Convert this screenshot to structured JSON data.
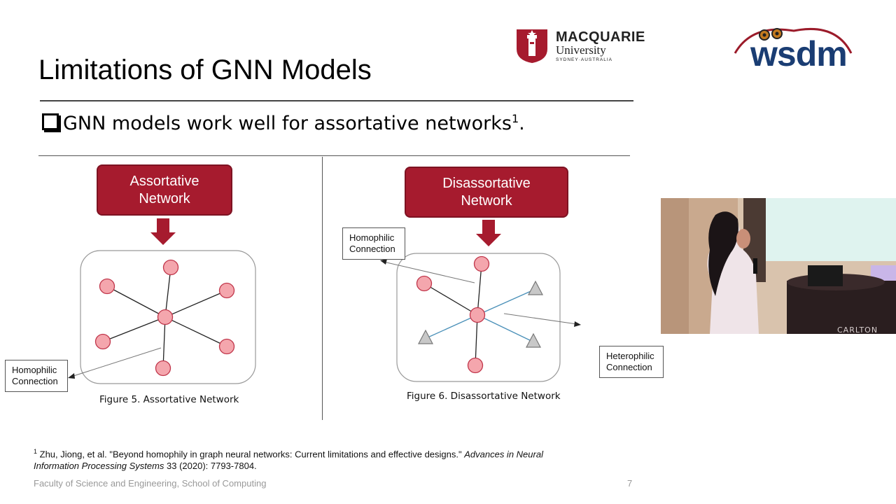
{
  "slide": {
    "title": "Limitations of GNN Models",
    "bullet_text": "GNN models work well for assortative networks",
    "bullet_sup": "1",
    "bullet_end": ".",
    "footer_left": "Faculty of Science and Engineering, School of Computing",
    "page_number": "7"
  },
  "logos": {
    "macquarie_line1": "MACQUARIE",
    "macquarie_line2": "University",
    "macquarie_line3": "SYDNEY·AUSTRALIA",
    "wsdm": "wsdm"
  },
  "figure5": {
    "box_line1": "Assortative",
    "box_line2": "Network",
    "callout_line1": "Homophilic",
    "callout_line2": "Connection",
    "caption": "Figure 5. Assortative Network"
  },
  "figure6": {
    "box_line1": "Disassortative",
    "box_line2": "Network",
    "callout1_line1": "Homophilic",
    "callout1_line2": "Connection",
    "callout2_line1": "Heterophilic",
    "callout2_line2": "Connection",
    "caption": "Figure 6. Disassortative Network"
  },
  "footnote": {
    "marker": "1",
    "text_plain": " Zhu, Jiong, et al. \"Beyond homophily in graph neural networks: Current limitations and effective designs.\" ",
    "journal": "Advances in Neural Information Processing Systems",
    "tail": " 33 (2020): 7793-7804."
  },
  "video": {
    "podium_text": "CARLTON"
  },
  "colors": {
    "accent_red": "#a61b2e",
    "node_fill": "#f4a6ad",
    "node_stroke": "#c0354a",
    "hetero_edge": "#4a90b8",
    "triangle_fill": "#c8c8c8"
  }
}
